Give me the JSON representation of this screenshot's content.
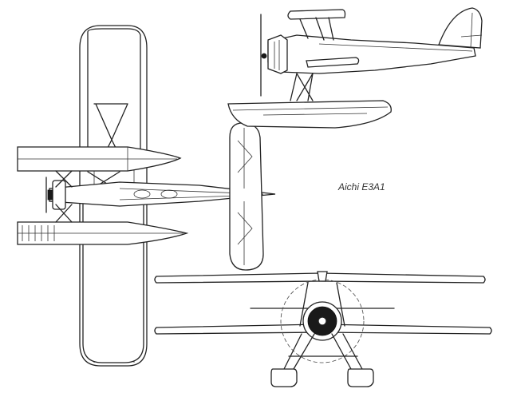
{
  "caption": "Aichi E3A1",
  "views": [
    "top-view",
    "side-view",
    "front-view"
  ]
}
